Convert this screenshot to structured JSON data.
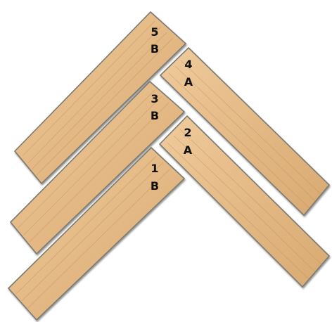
{
  "colors": {
    "wood_base": "#e4b985",
    "wood_light": "#efcb9c",
    "wood_dark": "#c99a60",
    "grain": "#b88848",
    "edge": "#7a7a72",
    "shadow": "#9a9a94",
    "label": "#111111"
  },
  "planks": [
    {
      "id": "1B",
      "number": "1",
      "letter": "B",
      "direction": "left-down"
    },
    {
      "id": "2A",
      "number": "2",
      "letter": "A",
      "direction": "right-down"
    },
    {
      "id": "3B",
      "number": "3",
      "letter": "B",
      "direction": "left-down"
    },
    {
      "id": "4A",
      "number": "4",
      "letter": "A",
      "direction": "right-down"
    },
    {
      "id": "5B",
      "number": "5",
      "letter": "B",
      "direction": "left-down"
    }
  ]
}
